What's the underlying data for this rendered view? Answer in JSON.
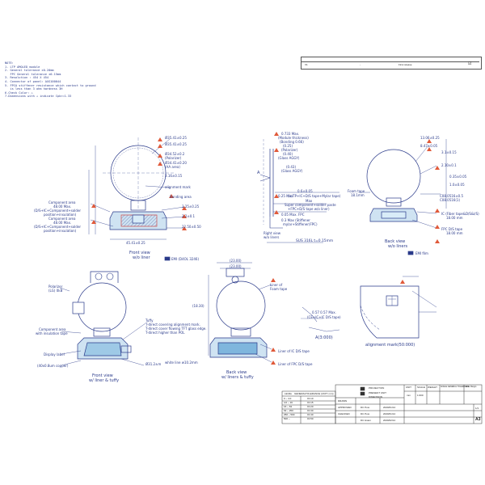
{
  "notes": {
    "lines": [
      "NOTE:",
      "1. LTP AMOLED module",
      "2. General tolerance ±0.20mm",
      "   FPC General tolerance ±0.15mm",
      "3. Resolution : 454 X 454",
      "4. Connector of panel: AXG100044",
      "5. FPCA stiffener resistance which contact to ground",
      "   is less than 3 ohm hardness 3H",
      "6.Check Color: ⚠",
      "7.Dimensions with ⚠ indicate Cpk>=1.33"
    ]
  },
  "revision": {
    "rev": "V1",
    "dash": "-",
    "desc": "First release",
    "check": "☑"
  },
  "front_view": {
    "caption_line1": "Front view",
    "caption_line2": "w/o liner",
    "dims": [
      "Ø35.41±0.25",
      "Ø35.41±0.25",
      "Ø34.52±0.2",
      "(Polarizer)",
      "Ø34.41±0.20",
      "(AA area)",
      "3.16±0.15",
      "alignment mark",
      "Bonding area"
    ],
    "left_labels": [
      "Component area",
      "48.00 Max.",
      "(D/S+IC+Component+solder",
      " position+insulation)",
      "Component area",
      "48.00 Max.",
      "(D/S+IC+Component+solder",
      " position+insulation)"
    ],
    "bottom_dims": [
      "3.25±0.25",
      "3.2±0.1",
      "22.50±0.50",
      "45.41±0.25"
    ],
    "code_label": "EMI (D4OL 3246)"
  },
  "side_view": {
    "top_labels": [
      "0.733 Max.",
      "(Module thickness)",
      "(Bonding 0.66)",
      "(0.25)",
      "(Polarizer)",
      "(0.40)",
      "(Glass AGGY)",
      "(0.43)",
      "(Glass AGGY)"
    ],
    "mid_labels": [
      "0.6±0.05",
      "0.25 Max",
      "(ic/TP+IC+D/S tape+Mylar tape)",
      "Max",
      "Super component+solder paste",
      "+FPC+D/S tape w/o liner)",
      "0.05 Max. FPC",
      "0.3 Max (Stiffener",
      " mylar+Stiffener(FPC)"
    ],
    "side_tag": "A",
    "caption_line1": "Right view",
    "caption_line2": "w/o liners",
    "material": "SUS 316L t=0.15mm"
  },
  "back_view_top": {
    "dims": [
      "13.06±0.25",
      "8.47±0.05",
      "3.1±0.15",
      "2.10±0.1",
      "0.35±0.05",
      "1.0±0.05"
    ],
    "labels": [
      "Foam tape",
      "18.1mm",
      "C08.0516±0.5",
      "C08.0516(1)",
      "IC (Fiber tape&D/S&I/S)",
      "18.00 mm",
      "FPC D/S tape",
      "18.00 mm"
    ],
    "caption_line1": "Back view",
    "caption_line2": "w/o liners",
    "code_label": "EMI film"
  },
  "front_view_tuffy": {
    "labels": [
      "Polarizer",
      "(LG) 0kB",
      "Component area",
      "with insulation tape",
      "Display label",
      "(40x0.8um copper)"
    ],
    "right_labels": [
      "Tuffy",
      "T-direct covering alignment mark.",
      "T-direct cover flowing TFT glass edge.",
      "T-direct higher than POL"
    ],
    "dims": [
      "Ø31.2±m",
      "white line w10.2mm"
    ],
    "caption_line1": "Front view",
    "caption_line2": "w/ liner & tuffy"
  },
  "back_view_liners": {
    "dims": [
      "(23.00)",
      "(23.00)",
      "(18.30)"
    ],
    "labels": [
      "Liner of",
      "Foam tape",
      "Liner of IC D/S tape",
      "Liner of FPC D/S tape"
    ],
    "caption_line1": "Back view",
    "caption_line2": "w/ liners & tuffy"
  },
  "detail_a": {
    "labels": [
      "0.57 0.57 Max.",
      "(CE+IC+IC D/S tape)",
      "A(3:000)"
    ]
  },
  "alignment": {
    "caption": "alignment mark(50:000)"
  },
  "tolerance_table": {
    "header": [
      "LEVEL",
      "GENERAL",
      "TOLERANCE (UNIT: mm)"
    ],
    "rows": [
      [
        "0 ~ 4.0",
        "±0.10"
      ],
      [
        "4.0 ~ 16",
        "±0.15"
      ],
      [
        "16 ~ 63",
        "±0.20"
      ],
      [
        "63 ~ 250",
        "±0.30"
      ],
      [
        "250 ~ 500",
        "±0.40"
      ],
      [
        "500 ~",
        "±0.50"
      ]
    ]
  },
  "title_block": {
    "symbols": [
      "PROJECTION",
      "PRESENT UNIT",
      "DIMENSION"
    ],
    "approve_labels": [
      "DRAWN",
      "APPROVED",
      "CHECKED"
    ],
    "names": [
      "DC Pow",
      "DC Pow",
      "DC Hsien"
    ],
    "dates": [
      "2020/01/14",
      "2020/01/14",
      "2020/02/14"
    ],
    "unit_header": [
      "UNIT",
      "SCALE",
      "WEIGHT",
      "ANGLE GENERAL TOLERANCE",
      "Error Margin"
    ],
    "unit_values": [
      "mm",
      "1:000"
    ],
    "size": "A3",
    "sheet": "1/1"
  }
}
